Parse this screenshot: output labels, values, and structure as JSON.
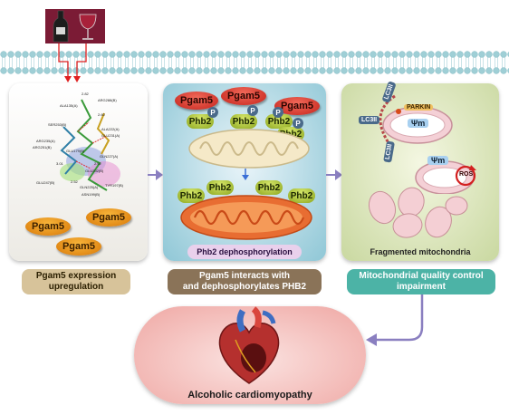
{
  "colors": {
    "membrane": "#9fcfd6",
    "panel1_label_bg": "#d7c39a",
    "panel2_label_bg": "#8a7358",
    "panel3_label_bg": "#4cb3a6",
    "heart_pill": "#f3b8b5",
    "arrow": "#8a7fc0"
  },
  "icons": [
    "wine-bottle-icon",
    "wine-glass-icon",
    "heart-icon"
  ],
  "panel1": {
    "pgam5_ovals": [
      "Pgam5",
      "Pgam5",
      "Pgam5"
    ],
    "residues": [
      "ARG288(B)",
      "ALA135(A)",
      "SER253(B)",
      "ARG235(A)",
      "ARG251(B)",
      "GLU179(B)",
      "ALA222(A)",
      "GLU231(A)",
      "GLN227(A)",
      "GLU247(B)",
      "GLN225(A)",
      "TYR197(B)",
      "GLU202(B)",
      "ASN199(B)"
    ],
    "distances": [
      "2.82",
      "2.60",
      "3.01",
      "2.52",
      "2.92"
    ],
    "caption": "Pgam5 expression\nupregulation"
  },
  "panel2": {
    "pgam5_top": [
      "Pgam5",
      "Pgam5",
      "Pgam5"
    ],
    "phb2_top": [
      "Phb2",
      "Phb2",
      "Phb2",
      "Phb2"
    ],
    "p_symbol": "P",
    "phb2_bottom": [
      "Phb2",
      "Phb2",
      "Phb2",
      "Phb2"
    ],
    "inner_label": "Phb2 dephosphorylation",
    "caption": "Pgam5 interacts with\nand dephosphorylates PHB2"
  },
  "panel3": {
    "lc3_labels": [
      "LC3II",
      "LC3II",
      "LC3II"
    ],
    "parkin": "PARKIN",
    "psi_m": "Ψm",
    "ros": "ROS",
    "inner_label": "Fragmented mitochondria",
    "caption": "Mitochondrial quality control\nimpairment"
  },
  "outcome": {
    "label": "Alcoholic cardiomyopathy"
  }
}
